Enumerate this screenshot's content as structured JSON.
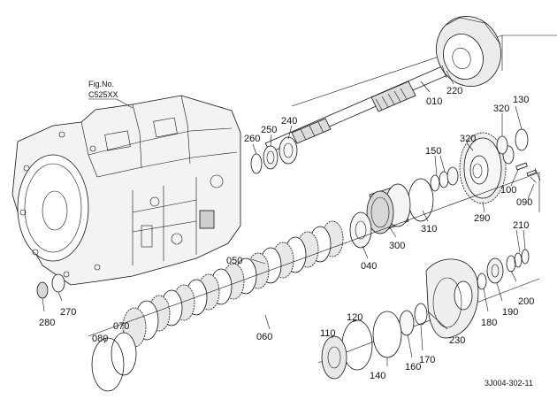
{
  "figure": {
    "fig_no_label": "Fig.No.",
    "fig_no_value": "C525XX",
    "drawing_id": "3J004-302-11"
  },
  "labels": {
    "p010": "010",
    "p040": "040",
    "p050": "050",
    "p060": "060",
    "p070": "070",
    "p080": "080",
    "p090": "090",
    "p100": "100",
    "p110": "110",
    "p120": "120",
    "p130": "130",
    "p140": "140",
    "p150": "150",
    "p160": "160",
    "p170": "170",
    "p180": "180",
    "p190": "190",
    "p200": "200",
    "p210": "210",
    "p220": "220",
    "p230": "230",
    "p240": "240",
    "p250": "250",
    "p260": "260",
    "p270": "270",
    "p280": "280",
    "p290": "290",
    "p300": "300",
    "p310": "310",
    "p320a": "320",
    "p320b": "320"
  }
}
